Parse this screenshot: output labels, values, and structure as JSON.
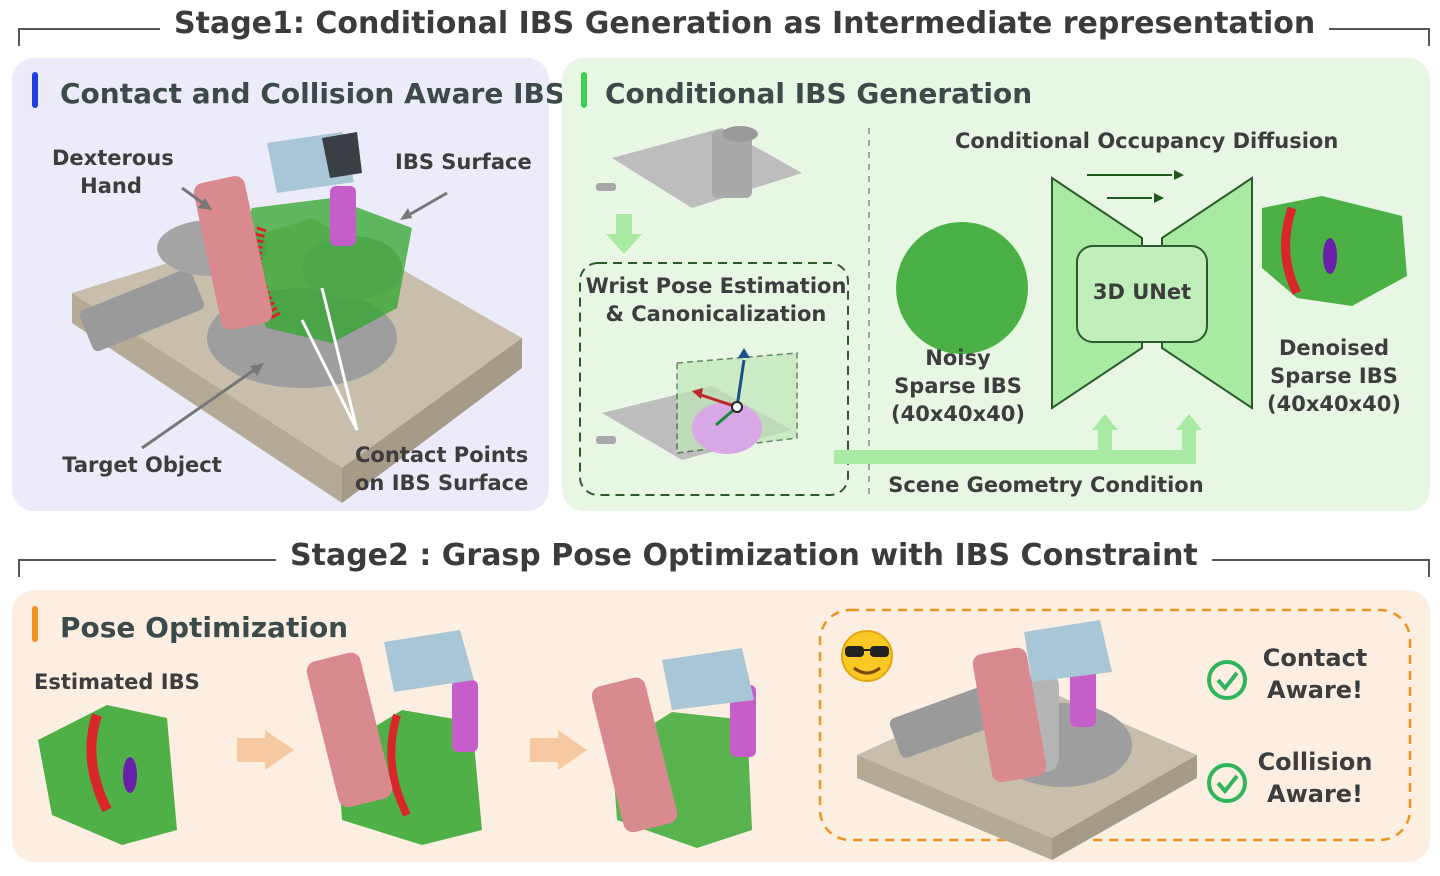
{
  "stage1": {
    "title": "Stage1: Conditional IBS Generation as Intermediate representation",
    "left_panel": {
      "title": "Contact and Collision Aware IBS",
      "labels": {
        "dexterous_hand_1": "Dexterous",
        "dexterous_hand_2": "Hand",
        "ibs_surface": "IBS Surface",
        "target_object": "Target Object",
        "contact_points_1": "Contact Points",
        "contact_points_2": "on IBS Surface"
      }
    },
    "right_panel": {
      "title": "Conditional IBS Generation",
      "wrist_box_1": "Wrist Pose Estimation",
      "wrist_box_2": "& Canonicalization",
      "diffusion_title": "Conditional Occupancy Diffusion",
      "noisy_1": "Noisy",
      "noisy_2": "Sparse IBS",
      "noisy_3": "(40x40x40)",
      "unet": "3D UNet",
      "denoised_1": "Denoised",
      "denoised_2": "Sparse IBS",
      "denoised_3": "(40x40x40)",
      "scene_condition": "Scene Geometry Condition"
    }
  },
  "stage2": {
    "title": "Stage2 : Grasp Pose Optimization with IBS Constraint",
    "panel": {
      "title": "Pose Optimization",
      "estimated_ibs": "Estimated IBS",
      "contact_1": "Contact",
      "contact_2": "Aware!",
      "collision_1": "Collision",
      "collision_2": "Aware!"
    }
  },
  "colors": {
    "left_panel_bg": "#ecebf9",
    "right_panel_bg": "#e8f7e4",
    "bottom_panel_bg": "#fcefe2",
    "blue_accent": "#1f3fe0",
    "green_accent": "#3ccf54",
    "orange_accent": "#f0921e",
    "ibs_green": "#2fa52a",
    "contact_red": "#d9262a",
    "hand_pink": "#d88a8e",
    "wrist_blue": "#a9c6d6",
    "arrow_green": "#a8eaa2",
    "arrow_orange": "#f7c9a1"
  }
}
